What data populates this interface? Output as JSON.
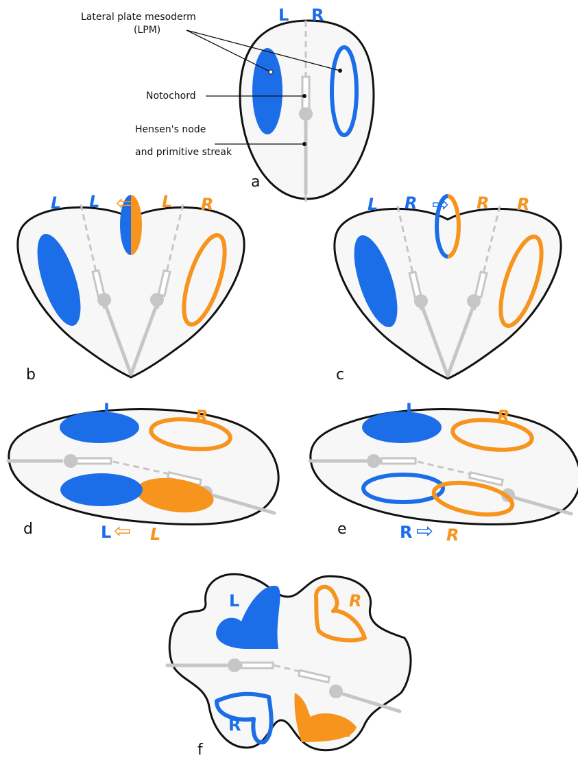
{
  "colors": {
    "left_blue": "#1c6ee8",
    "right_orange": "#f7941d",
    "outline": "#111111",
    "axis_gray": "#c6c6c6",
    "embryo_fill": "#f7f7f7"
  },
  "annotations": {
    "lpm_line1": "Lateral plate mesoderm",
    "lpm_line2": "(LPM)",
    "notochord": "Notochord",
    "hensen_line1": "Hensen's node",
    "hensen_line2": "and primitive streak"
  },
  "panel_letters": {
    "a": "a",
    "b": "b",
    "c": "c",
    "d": "d",
    "e": "e",
    "f": "f"
  },
  "side_labels": {
    "L": "L",
    "R": "R"
  },
  "arrows": {
    "left": "⇦",
    "right": "⇨"
  },
  "icons": [
    "arrow-left-outline-icon",
    "arrow-right-outline-icon"
  ]
}
